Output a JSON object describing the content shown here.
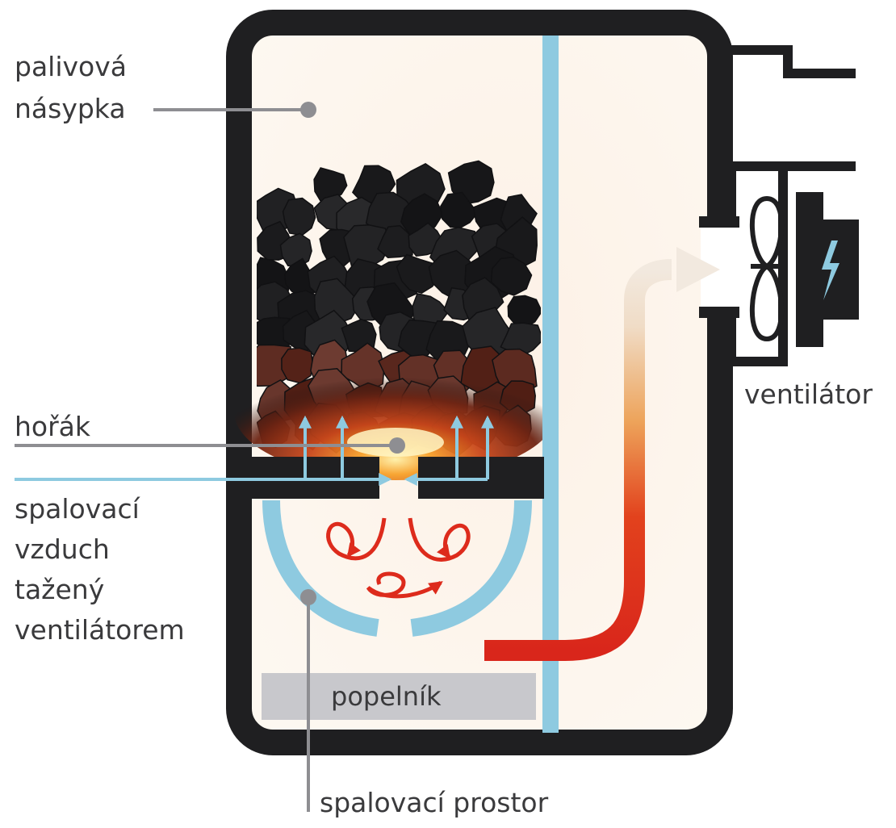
{
  "labels": {
    "hopper_line1": "palivová",
    "hopper_line2": "násypka",
    "burner": "hořák",
    "air_line1": "spalovací",
    "air_line2": "vzduch",
    "air_line3": "tažený",
    "air_line4": "ventilátorem",
    "fan": "ventilátor",
    "ash_pan": "popelník",
    "chamber": "spalovací prostor"
  },
  "colors": {
    "frame": "#1f1f21",
    "interior": "#fdf6ec",
    "water_pipe": "#8ecae0",
    "air_arrow": "#8ecae0",
    "swirl": "#dd2b1c",
    "hot_flow": "#d9261b",
    "leader_line": "#8e8e92",
    "ash_pan": "#c8c8cc",
    "fan_bolt": "#8ecae0"
  },
  "icons": {
    "fan": "fan-icon",
    "motor": "lightning-bolt-icon",
    "fuel": "coal-pile"
  }
}
